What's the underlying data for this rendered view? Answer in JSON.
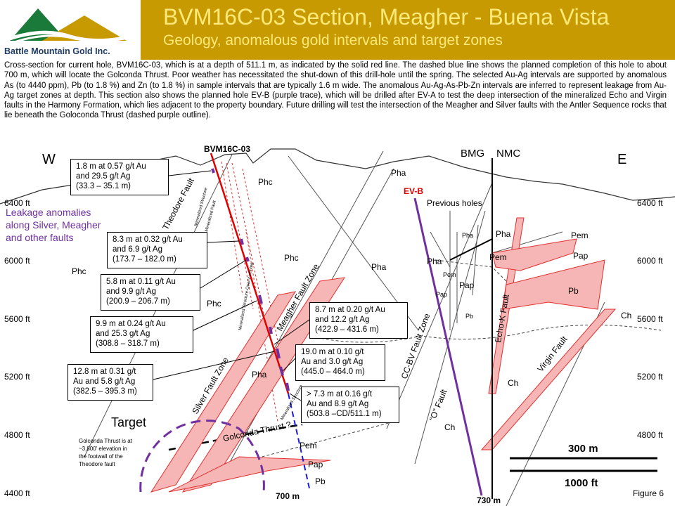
{
  "header": {
    "company": "Battle Mountain Gold Inc.",
    "title": "BVM16C-03 Section, Meagher - Buena Vista",
    "subtitle": "Geology, anomalous gold intervals and target zones"
  },
  "description": "Cross-section for current hole, BVM16C-03, which is at a depth of 511.1 m, as indicated by the solid red line. The dashed blue line shows the planned completion of this hole to about 700 m, which will locate the Golconda Thrust. Poor weather has necessitated the shut-down of this drill-hole until the spring. The selected Au-Ag intervals are supported by anomalous As (to 4440 ppm), Pb (to 1.8 %) and Zn (to 1.8 %) in sample intervals that are typically 1.6 m wide. The anomalous Au-Ag-As-Pb-Zn intervals are inferred to represent leakage from Au-Ag target zones at depth. This section also shows the planned hole EV-B (purple trace), which will be drilled after EV-A to test the deep intersection of the mineralized Echo and Virgin faults in the Harmony Formation, which lies adjacent to the property boundary. Future drilling will test the intersection of the Meagher and Silver faults with the Antler Sequence rocks that lie beneath the Goloconda Thrust (dashed purple outline).",
  "diagram": {
    "hole_label": "BVM16C-03",
    "west": "W",
    "east": "E",
    "bmg": "BMG",
    "nmc": "NMC",
    "evb": "EV-B",
    "previous_holes": "Previous holes",
    "elev_left": [
      "6400 ft",
      "6000 ft",
      "5600 ft",
      "5200 ft",
      "4800 ft",
      "4400 ft"
    ],
    "elev_right": [
      "6400 ft",
      "6000 ft",
      "5600 ft",
      "5200 ft",
      "4800 ft"
    ],
    "leakage": [
      "Leakage anomalies",
      "along Silver, Meagher",
      "and other faults"
    ],
    "faults": {
      "theodore": "Theodore Fault",
      "silver": "Silver Fault Zone",
      "meagher": "Meagher Fault Zone",
      "ccby": "CC-BV Fault Zone",
      "o_fault": "“O” Fault",
      "echo": "Echo-K Fault",
      "virgin": "Virgin Fault",
      "golconda": "Golconda Thrust ?",
      "mineral1": "Mineralized Structure",
      "mineral2": "Mineralized Fault",
      "mineral3": "Mineralized Structure-Quartz veining",
      "mineral4": "Mineralized Structure"
    },
    "units": {
      "pha_top": "Pha",
      "phc_top": "Phc",
      "phc_left": "Phc",
      "phc_mid": "Phc",
      "phc_inner": "Phc",
      "pha_mid": "Pha",
      "pha_low": "Pha",
      "pha_right1": "Pha",
      "pha_small": "Pha",
      "pha_right2": "Pha",
      "pem_right": "Pem",
      "pem_small": "Pem",
      "pem_mid": "Pem",
      "pap_right": "Pap",
      "pap_small": "Pap",
      "pap_mid": "Pap",
      "pb_right": "Pb",
      "pb_small": "Pb",
      "ch_right": "Ch",
      "ch_mid": "Ch",
      "ch_low": "Ch",
      "pem_low": "Pem",
      "pap_low": "Pap",
      "pb_low": "Pb"
    },
    "target": "Target",
    "golconda_note": [
      "Golconda Thrust is at",
      "~3,800’ elevation in",
      "the footwall of the",
      "Theodore fault"
    ],
    "depth_700": "700 m",
    "depth_730": "730 m",
    "scale_m": "300 m",
    "scale_ft": "1000 ft",
    "figure": "Figure 6",
    "callouts": [
      [
        "1.8 m at 0.57 g/t Au",
        "and 29.5 g/t Ag",
        "(33.3 – 35.1 m)"
      ],
      [
        "8.3 m at 0.32 g/t Au",
        "and 6.9 g/t Ag",
        "(173.7 – 182.0 m)"
      ],
      [
        "5.8 m at 0.11 g/t Au",
        "and 9.9 g/t Ag",
        "(200.9 – 206.7 m)"
      ],
      [
        "9.9 m at 0.24 g/t Au",
        "and 25.3 g/t Ag",
        "(308.8 – 318.7 m)"
      ],
      [
        "12.8 m at 0.31 g/t",
        "Au and 5.8 g/t Ag",
        "(382.5 – 395.3 m)"
      ],
      [
        "8.7 m at 0.20 g/t Au",
        "and 12.2 g/t Ag",
        "(422.9 – 431.6 m)"
      ],
      [
        "19.0 m at 0.10 g/t",
        "Au and 3.0 g/t Ag",
        "(445.0 – 464.0 m)"
      ],
      [
        "> 7.3 m at 0.16 g/t",
        "Au and 8.9 g/t Ag",
        "(503.8 –CD/511.1 m)"
      ]
    ]
  },
  "colors": {
    "title_band": "#c69a00",
    "title_text": "#ffe978",
    "zone_fill": "#f7b6b6",
    "zone_stroke": "#e03030",
    "hole_red": "#e00000",
    "planned_blue": "#1a1ae0",
    "evb_purple": "#7030a0",
    "leakage_text": "#7030a0"
  }
}
